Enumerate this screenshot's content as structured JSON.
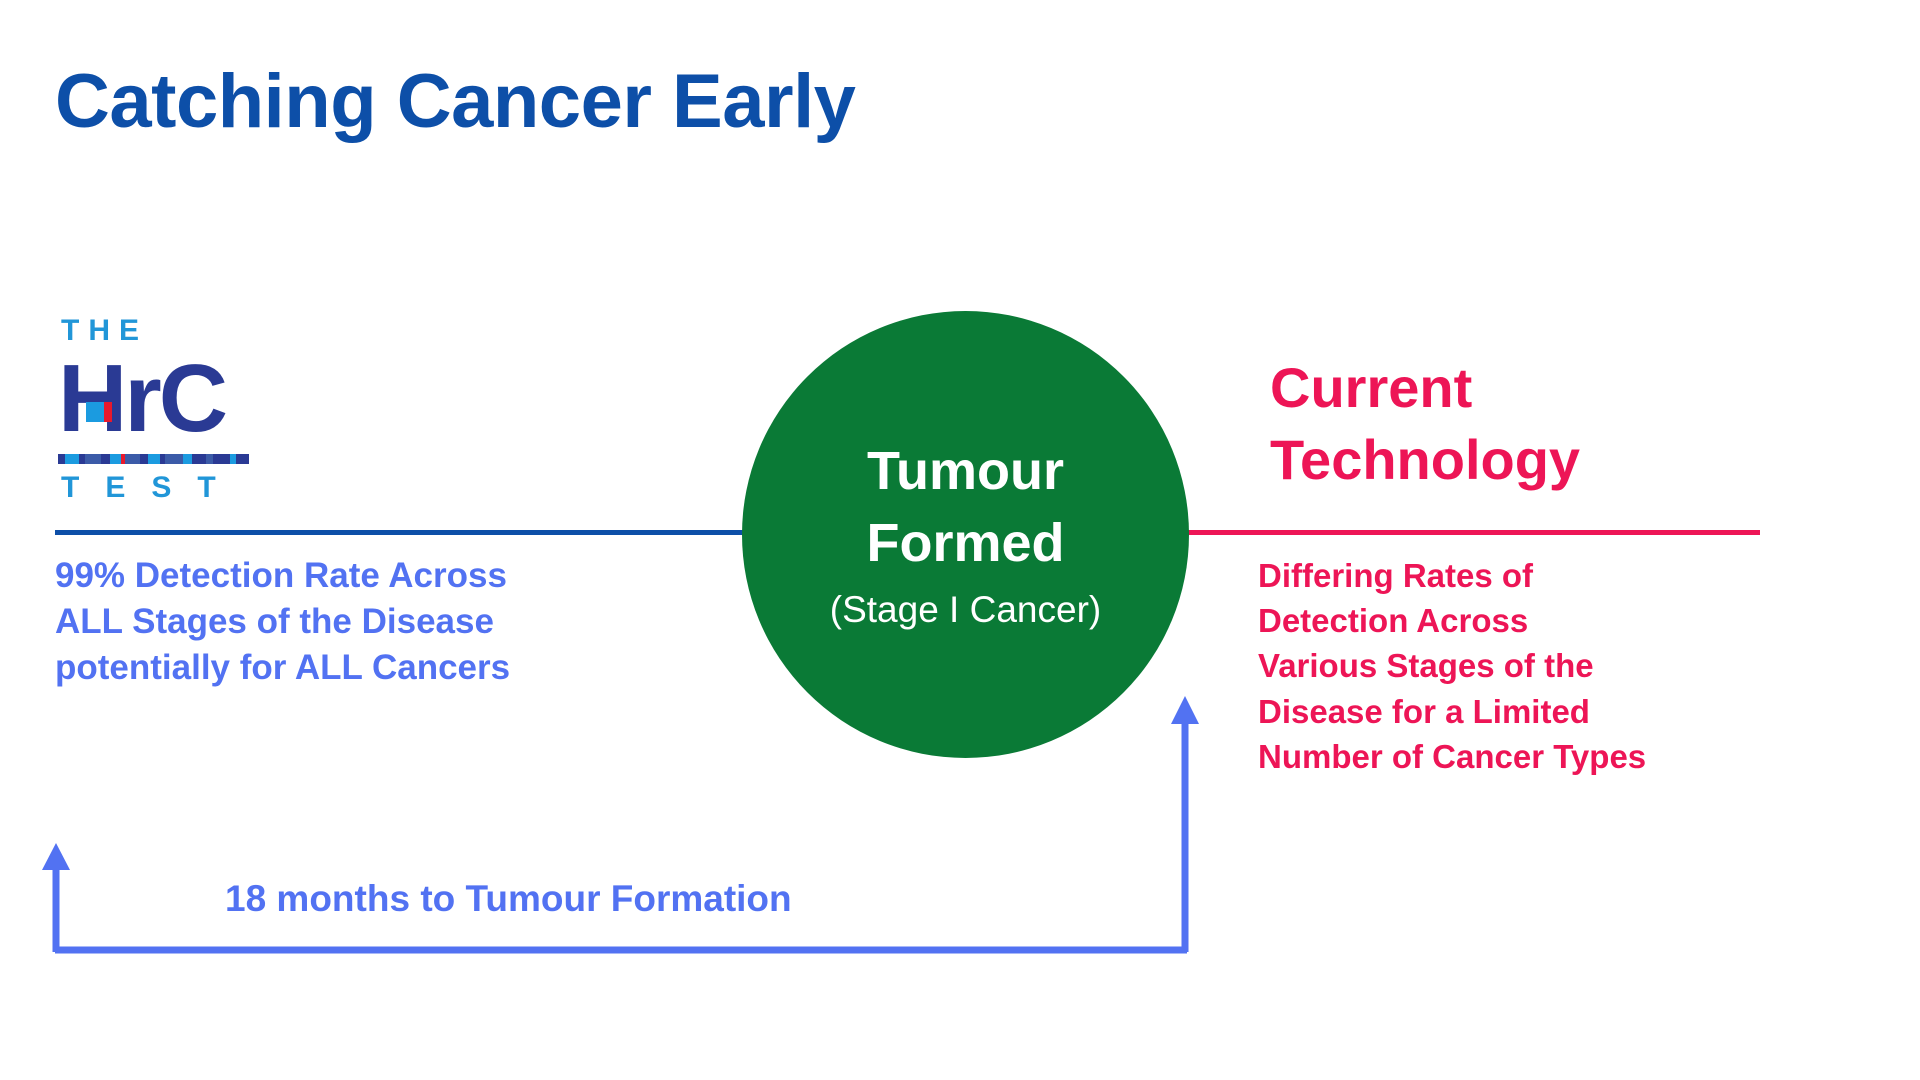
{
  "page": {
    "title": "Catching Cancer Early",
    "background_color": "#FFFFFF"
  },
  "colors": {
    "title_blue": "#0D4FA8",
    "body_blue": "#5272F2",
    "logo_light_blue": "#2196D8",
    "logo_navy": "#2A3A94",
    "logo_accent_red": "#E8192C",
    "circle_green": "#0A7A36",
    "pink": "#ED1556"
  },
  "logo": {
    "name": "the-hrc-test-logo",
    "line_top": "THE",
    "line_middle": "HrC",
    "line_bottom": "TEST",
    "barcode_colors": [
      "#2A3A94",
      "#1B9BE0",
      "#2A3A94",
      "#3B5BA8",
      "#2A3A94",
      "#1B9BE0",
      "#E8192C",
      "#3B5BA8",
      "#2A3A94",
      "#1B9BE0",
      "#2A3A94",
      "#3B5BA8",
      "#1B9BE0",
      "#2A3A94",
      "#3B5BA8",
      "#2A3A94",
      "#1B9BE0",
      "#2A3A94"
    ]
  },
  "left_panel": {
    "rule_color": "#0D4FA8",
    "body_lines": [
      "99% Detection Rate Across",
      "ALL Stages of the Disease",
      "potentially for ALL Cancers"
    ],
    "body_text": "99% Detection Rate Across ALL Stages of the Disease potentially for ALL Cancers"
  },
  "center": {
    "circle_label": "Tumour Formed",
    "circle_sublabel": "(Stage I Cancer)"
  },
  "right_panel": {
    "heading": "Current Technology",
    "rule_color": "#ED1556",
    "body_lines": [
      "Differing Rates of",
      "Detection  Across",
      "Various Stages of the",
      "Disease for a Limited",
      "Number of Cancer Types"
    ],
    "body_text": "Differing Rates of Detection  Across Various Stages of the Disease for a Limited Number of Cancer Types"
  },
  "timeline": {
    "label": "18 months to Tumour Formation",
    "arrow_color": "#5272F2",
    "left_arrow_icon": "arrow-up-icon",
    "right_arrow_icon": "arrow-up-icon"
  }
}
